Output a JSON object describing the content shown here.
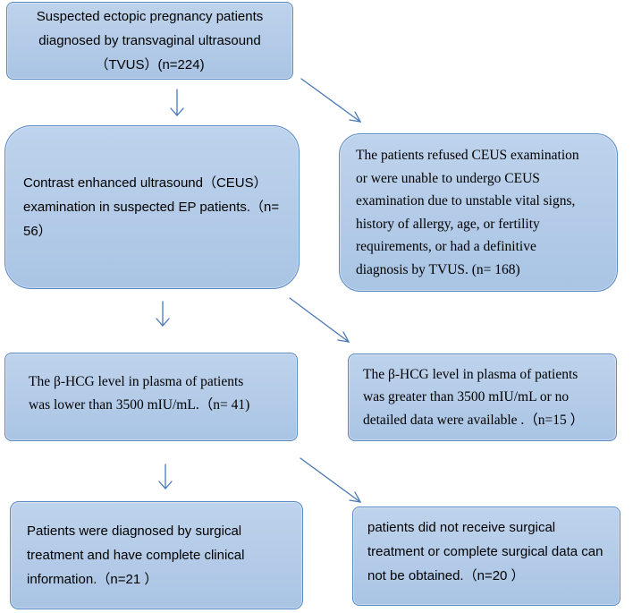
{
  "diagram": {
    "box1": {
      "line1": "Suspected ectopic pregnancy patients",
      "line2": "diagnosed by transvaginal ultrasound",
      "line3": "（TVUS）(n=224)"
    },
    "box2": {
      "line1": "Contrast enhanced ultrasound（CEUS）",
      "line2": "examination in suspected EP patients.（n=",
      "line3": "56）"
    },
    "box3": {
      "line1": "The patients refused CEUS examination",
      "line2": "or were unable to undergo CEUS",
      "line3": "examination due to unstable vital signs,",
      "line4": "history of allergy, age, or fertility",
      "line5": "requirements, or had a definitive",
      "line6": "diagnosis by TVUS. (n= 168)"
    },
    "box4": {
      "line1": "The β-HCG level in plasma of patients",
      "line2": "was lower than 3500 mIU/mL.（n= 41)"
    },
    "box5": {
      "line1": "The β-HCG level in plasma of patients",
      "line2": "was greater than 3500 mIU/mL or no",
      "line3": "detailed data were available .（n=15 ）"
    },
    "box6": {
      "line1": "Patients were diagnosed by surgical",
      "line2": "treatment and have complete clinical",
      "line3": "information.（n=21 ）"
    },
    "box7": {
      "line1": "patients did not receive surgical",
      "line2": "treatment or complete surgical data can",
      "line3": "not be obtained.（n=20 ）"
    }
  },
  "colors": {
    "box_fill": "#b3cbe8",
    "box_border": "#5b8ac4",
    "arrow": "#4a78b5"
  }
}
